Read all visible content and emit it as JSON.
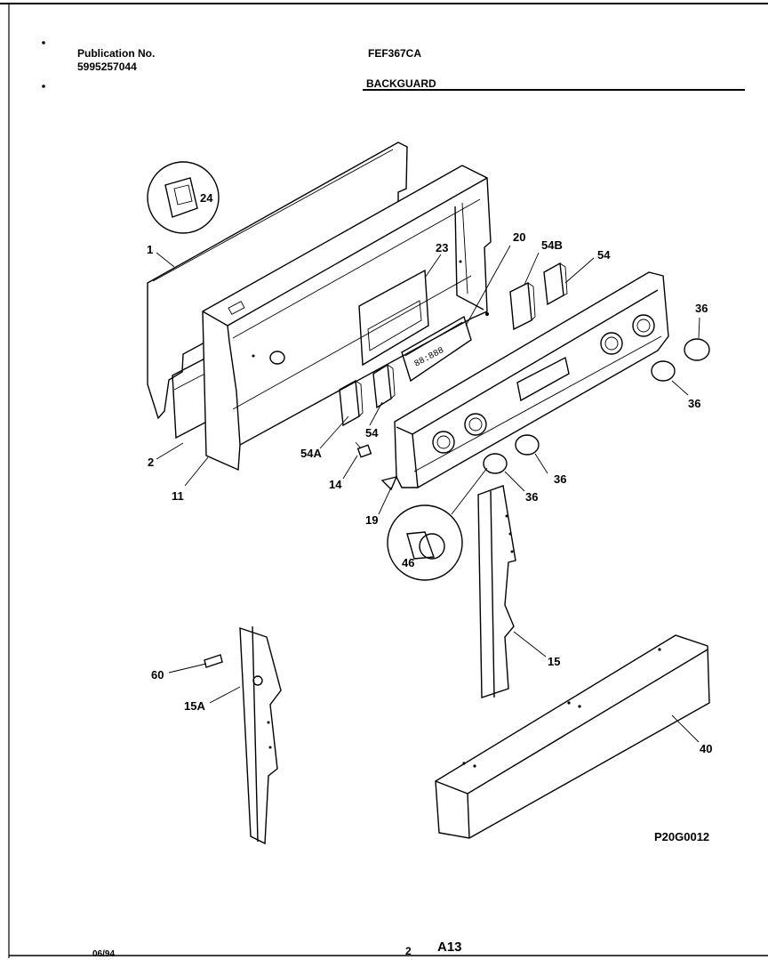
{
  "header": {
    "publication_label": "Publication No.",
    "publication_number": "5995257044",
    "model": "FEF367CA",
    "section": "BACKGUARD"
  },
  "footer": {
    "date": "06/94",
    "page": "2",
    "code": "A13"
  },
  "diagram_code": "P20G0012",
  "parts": [
    {
      "id": "1"
    },
    {
      "id": "24"
    },
    {
      "id": "23"
    },
    {
      "id": "20"
    },
    {
      "id": "54B"
    },
    {
      "id": "54"
    },
    {
      "id": "36"
    },
    {
      "id": "2"
    },
    {
      "id": "11"
    },
    {
      "id": "54A"
    },
    {
      "id": "14"
    },
    {
      "id": "19"
    },
    {
      "id": "46"
    },
    {
      "id": "15"
    },
    {
      "id": "60"
    },
    {
      "id": "15A"
    },
    {
      "id": "40"
    }
  ]
}
